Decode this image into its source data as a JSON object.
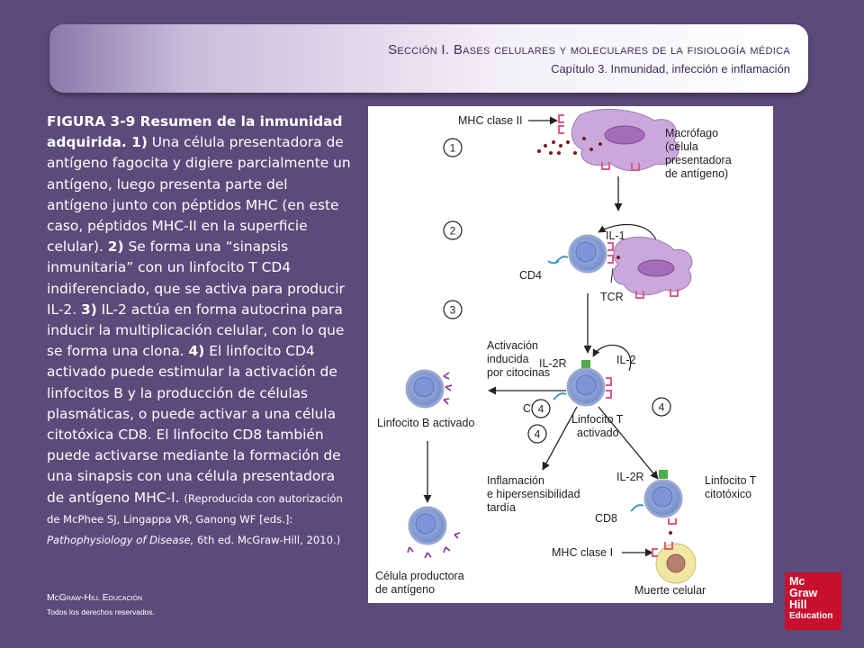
{
  "header": {
    "section": "Sección I.  Bases celulares y moleculares de la fisiología médica",
    "chapter": "Capítulo 3.  Inmunidad, infección e inflamación"
  },
  "caption": {
    "p1_bold": "FIGURA 3-9 Resumen de la inmunidad adquirida. 1)",
    "p1": " Una célula presentadora de antígeno fagocita y digiere parcialmente un antígeno, luego presenta parte del antígeno junto con péptidos MHC (en este caso, péptidos MHC-II en la superficie celular). ",
    "p2_bold": "2)",
    "p2": " Se forma una “sinapsis inmunitaria” con un linfocito T CD4 indiferenciado, que se activa para producir IL-2. ",
    "p3_bold": "3)",
    "p3": " IL-2 actúa en forma autocrina para inducir la multiplicación celular, con lo que se forma una clona. ",
    "p4_bold": "4)",
    "p4": " El linfocito CD4 activado puede estimular la activación de linfocitos B y la producción de células plasmáticas, o puede activar a una célula citotóxica CD8. El linfocito CD8 también puede activarse mediante la formación de una sinapsis con una célula presentadora de antígeno MHC-I. ",
    "credit_pre": "(Reproducida con autorización de McPhee SJ, Lingappa VR, Ganong WF [eds.]: ",
    "credit_book": "Pathophysiology of Disease,",
    "credit_post": " 6th ed. McGraw-Hill, 2010.)"
  },
  "figure": {
    "mhc2": "MHC clase II",
    "macrofago": [
      "Macrófago",
      "(célula",
      "presentadora",
      "de antígeno)"
    ],
    "step1": "1",
    "step2": "2",
    "step3": "3",
    "step4": "4",
    "il1": "IL-1",
    "cd4": "CD4",
    "tcr": "TCR",
    "activacion": [
      "Activación",
      "inducida",
      "por citocinas"
    ],
    "il2r": "IL-2R",
    "il2": "IL-2",
    "linfocito_b": "Linfocito B activado",
    "linfocito_t": [
      "Linfocito T",
      "activado"
    ],
    "inflamacion": [
      "Inflamación",
      "e hipersensibilidad",
      "tardía"
    ],
    "linfocito_tc": [
      "Linfocito T",
      "citotóxico"
    ],
    "cd8": "CD8",
    "mhc1": "MHC clase I",
    "productora": [
      "Célula productora",
      "de antígeno"
    ],
    "muerte": "Muerte celular"
  },
  "footer": {
    "brand": "McGraw-Hill Educación",
    "rights": "Todos los derechos reservados."
  },
  "logo": [
    "Mc",
    "Graw",
    "Hill",
    "Education"
  ],
  "colors": {
    "background": "#5b4a7a",
    "title": "#3c2e5e",
    "macrophage": "#c9a6d9",
    "lymphocyte": "#7b95d4",
    "receptor": "#e05a86",
    "il2r": "#4faa4a",
    "logo": "#c8102e"
  }
}
